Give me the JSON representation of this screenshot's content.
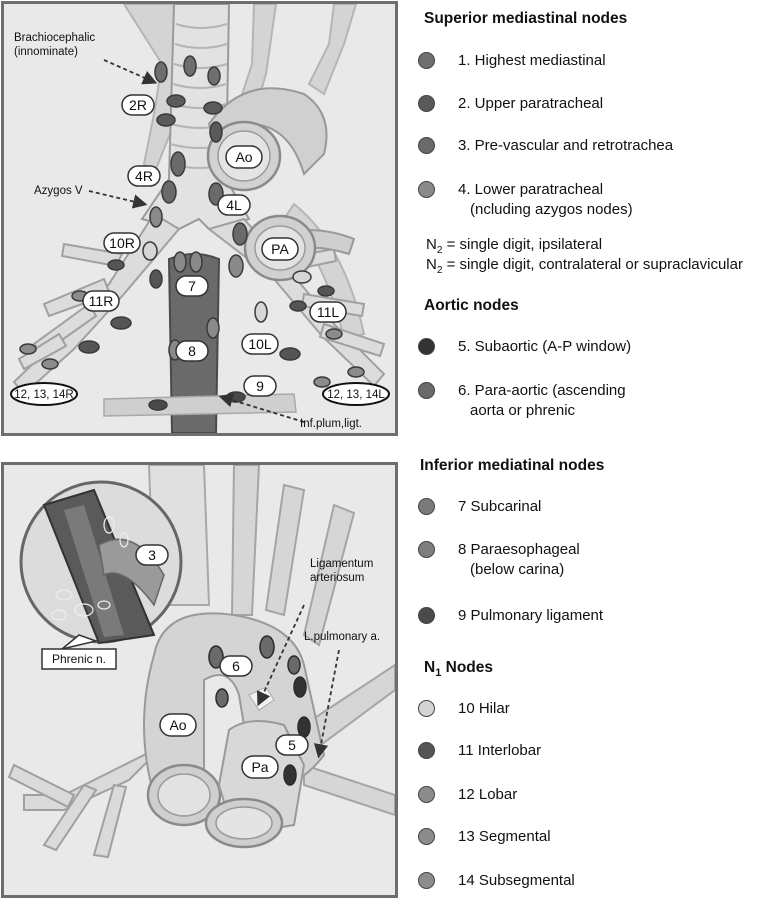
{
  "top_diagram": {
    "callouts": {
      "brachiocephalic_line1": "Brachiocephalic",
      "brachiocephalic_line2": "(innominate)",
      "azygos": "Azygos V",
      "inf_ligament": "Inf.plum,ligt."
    },
    "labels": {
      "n2R": "2R",
      "n4R": "4R",
      "n4L": "4L",
      "n10R": "10R",
      "n11R": "11R",
      "n7": "7",
      "n8": "8",
      "n9": "9",
      "n10L": "10L",
      "n11L": "11L",
      "ao": "Ao",
      "pa": "PA",
      "left_group": "12, 13, 14R",
      "right_group": "12, 13, 14L"
    }
  },
  "bottom_diagram": {
    "labels": {
      "n3": "3",
      "phrenic": "Phrenic n.",
      "n6": "6",
      "ao": "Ao",
      "pa": "Pa",
      "n5": "5",
      "lig_line1": "Ligamentum",
      "lig_line2": "arteriosum",
      "lpa": "L.pulmonary a."
    }
  },
  "legend": {
    "superior": {
      "heading": "Superior mediastinal nodes",
      "items": [
        {
          "text": "1. Highest mediastinal",
          "color": "#6f6f6f"
        },
        {
          "text": "2. Upper paratracheal",
          "color": "#5a5a5a"
        },
        {
          "text": "3. Pre-vascular and retrotrachea",
          "color": "#6a6a6a"
        },
        {
          "text": "4. Lower paratracheal",
          "text2": "(ncluding azygos nodes)",
          "color": "#8a8a8a"
        }
      ],
      "n2_ipsi_sub": "2",
      "n2_ipsi_text": " = single digit, ipsilateral",
      "n2_contra_sub": "2",
      "n2_contra_text": " = single digit, contralateral or supraclavicular",
      "n_letter": "N"
    },
    "aortic": {
      "heading": "Aortic nodes",
      "items": [
        {
          "text": "5. Subaortic (A-P window)",
          "color": "#333333"
        },
        {
          "text": "6. Para-aortic (ascending",
          "text2": "aorta or phrenic",
          "color": "#6a6a6a"
        }
      ]
    },
    "inferior": {
      "heading": "Inferior mediatinal nodes",
      "items": [
        {
          "text": "7 Subcarinal",
          "color": "#7a7a7a"
        },
        {
          "text": "8 Paraesophageal",
          "text2": "(below carina)",
          "color": "#7e7e7e"
        },
        {
          "text": "9 Pulmonary ligament",
          "color": "#4a4a4a"
        }
      ]
    },
    "n1": {
      "heading_n": "N",
      "heading_sub": "1",
      "heading_rest": " Nodes",
      "items": [
        {
          "text": "10 Hilar",
          "color": "#d4d4d4"
        },
        {
          "text": "11 Interlobar",
          "color": "#555555"
        },
        {
          "text": "12 Lobar",
          "color": "#8c8c8c"
        },
        {
          "text": "13 Segmental",
          "color": "#8c8c8c"
        },
        {
          "text": "14 Subsegmental",
          "color": "#8c8c8c"
        }
      ]
    }
  }
}
